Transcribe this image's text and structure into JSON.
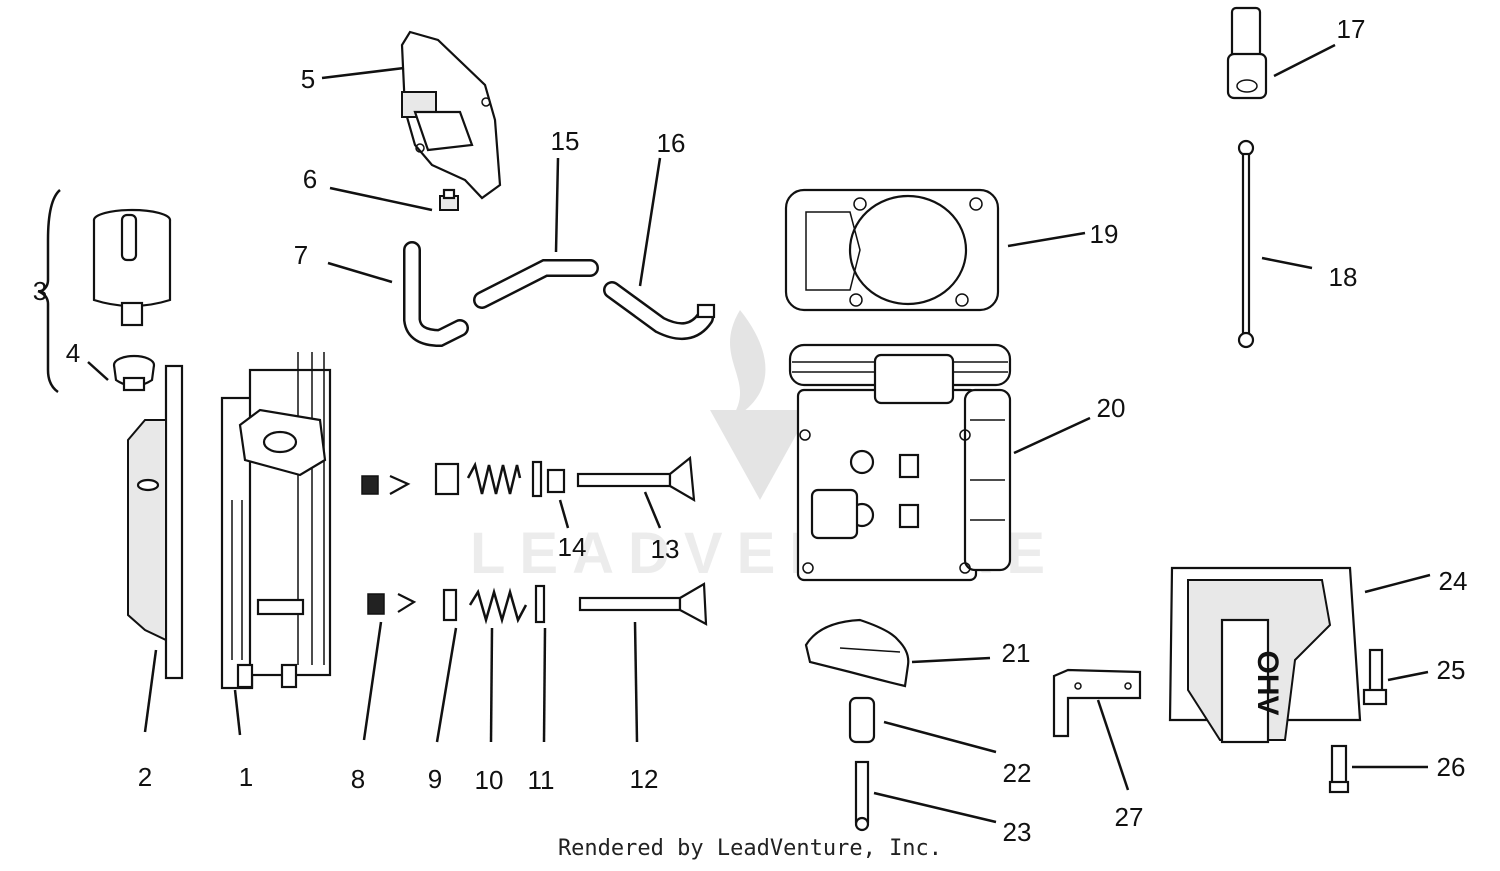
{
  "diagram": {
    "callouts": [
      "1",
      "2",
      "3",
      "4",
      "5",
      "6",
      "7",
      "8",
      "9",
      "10",
      "11",
      "12",
      "13",
      "14",
      "15",
      "16",
      "17",
      "18",
      "19",
      "20",
      "21",
      "22",
      "23",
      "24",
      "25",
      "26",
      "27"
    ],
    "cover_embossing": "OHV",
    "footer": "Rendered by LeadVenture, Inc.",
    "watermark": "LEADVENTURE"
  }
}
